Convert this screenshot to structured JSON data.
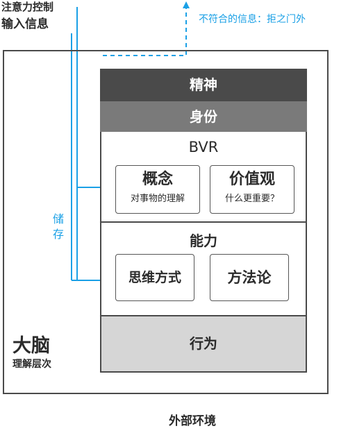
{
  "labels": {
    "attention": "注意力控制",
    "input": "输入信息",
    "reject": "不符合的信息：拒之门外",
    "storage": "储存",
    "brain_title": "大脑",
    "brain_sub": "理解层次",
    "environment": "外部环境"
  },
  "layers": {
    "spirit": "精神",
    "identity": "身份",
    "bvr": "BVR",
    "ability": "能力",
    "behavior": "行为"
  },
  "cards": {
    "concept": {
      "main": "概念",
      "sub": "对事物的理解"
    },
    "values": {
      "main": "价值观",
      "sub": "什么更重要？"
    },
    "thinking": "思维方式",
    "method": "方法论"
  },
  "colors": {
    "arrow_blue": "#1aa0e6",
    "dark_band": "#4a4a4a",
    "mid_band": "#7a7a7a",
    "light_band": "#d6d6d6"
  }
}
